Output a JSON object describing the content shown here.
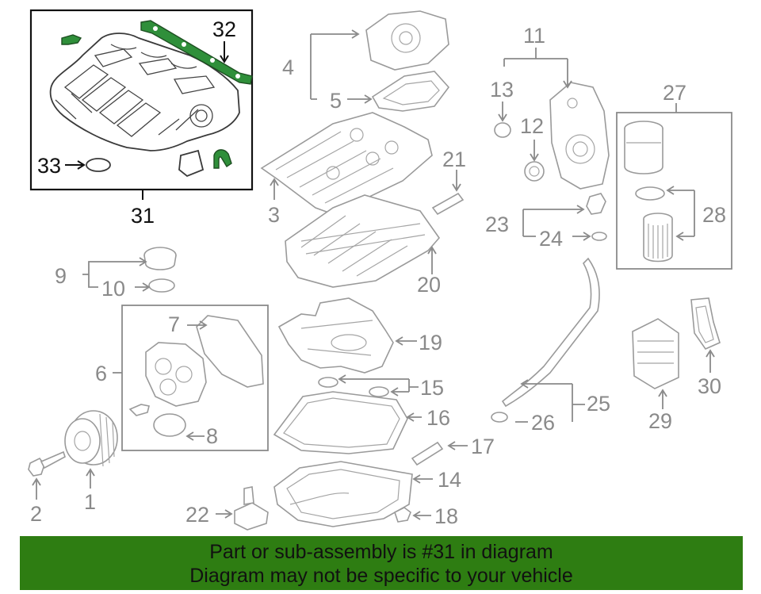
{
  "callouts": {
    "c1": "1",
    "c2": "2",
    "c3": "3",
    "c4": "4",
    "c5": "5",
    "c6": "6",
    "c7": "7",
    "c8": "8",
    "c9": "9",
    "c10": "10",
    "c11": "11",
    "c12": "12",
    "c13": "13",
    "c14": "14",
    "c15": "15",
    "c16": "16",
    "c17": "17",
    "c18": "18",
    "c19": "19",
    "c20": "20",
    "c21": "21",
    "c22": "22",
    "c23": "23",
    "c24": "24",
    "c25": "25",
    "c26": "26",
    "c27": "27",
    "c28": "28",
    "c29": "29",
    "c30": "30",
    "c31": "31",
    "c32": "32",
    "c33": "33"
  },
  "banner": {
    "line1": "Part or sub-assembly is #31 in diagram",
    "line2": "Diagram may not be specific to your vehicle",
    "color": "#2e7d12"
  },
  "colors": {
    "callout_gray": "#8a8a8a",
    "callout_highlight": "#111111",
    "highlight_part": "#2f8f3a"
  }
}
